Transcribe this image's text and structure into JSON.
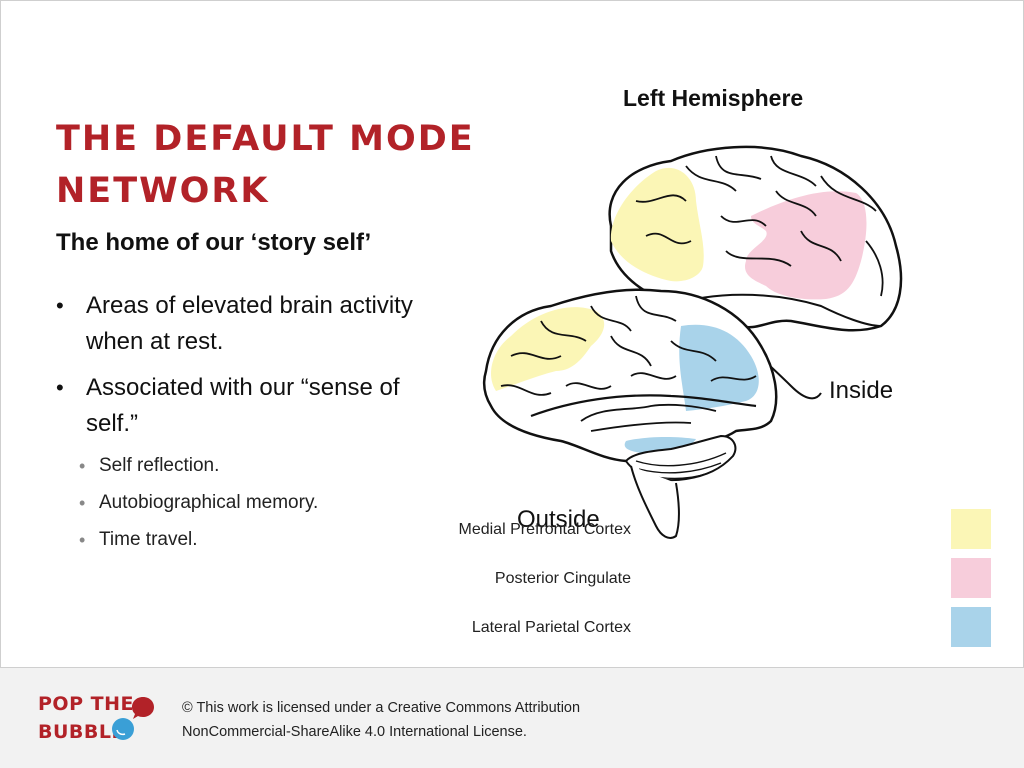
{
  "slide": {
    "title": "THE DEFAULT MODE NETWORK",
    "subtitle": "The home of our ‘story self’",
    "bullets": [
      "Areas of elevated brain activity when at rest.",
      "Associated with our “sense of self.”"
    ],
    "subbullets": [
      "Self reflection.",
      "Autobiographical memory.",
      "Time travel."
    ]
  },
  "diagram": {
    "heading": "Left Hemisphere",
    "label_inside": "Inside",
    "label_outside": "Outside",
    "legend": [
      {
        "label": "Medial Prefrontal Cortex",
        "color": "#fbf6b6"
      },
      {
        "label": "Posterior Cingulate",
        "color": "#f7cddb"
      },
      {
        "label": "Lateral Parietal Cortex",
        "color": "#a9d3ea"
      }
    ]
  },
  "footer": {
    "logo_line1": "POP THE",
    "logo_line2": "BUBBLE",
    "license_line1": "© This work is licensed under a Creative Commons Attribution",
    "license_line2": "NonCommercial-ShareAlike 4.0 International License."
  }
}
